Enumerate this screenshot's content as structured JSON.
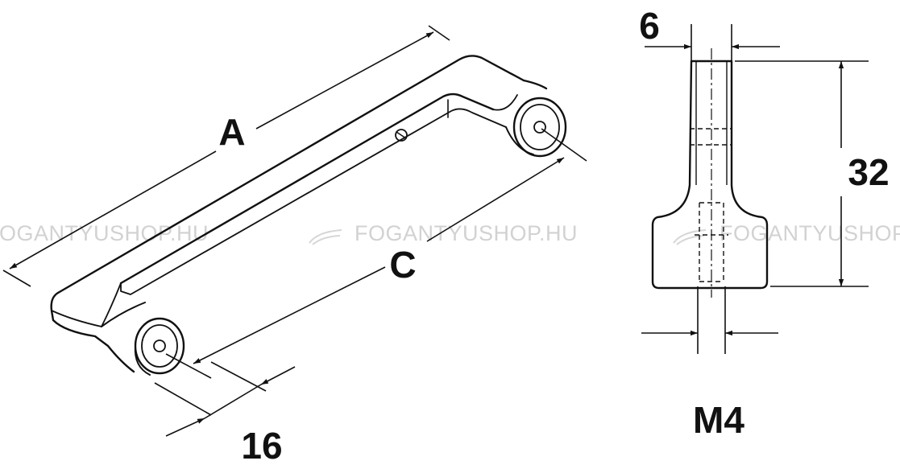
{
  "labels": {
    "length_total": "A",
    "hole_spacing": "C",
    "depth": "16",
    "width": "6",
    "height": "32",
    "thread": "M4"
  },
  "watermark": {
    "text": "FOGANTYUSHOP.HU",
    "color": "#d2d2d2"
  },
  "colors": {
    "line": "#111111",
    "background": "#ffffff"
  }
}
